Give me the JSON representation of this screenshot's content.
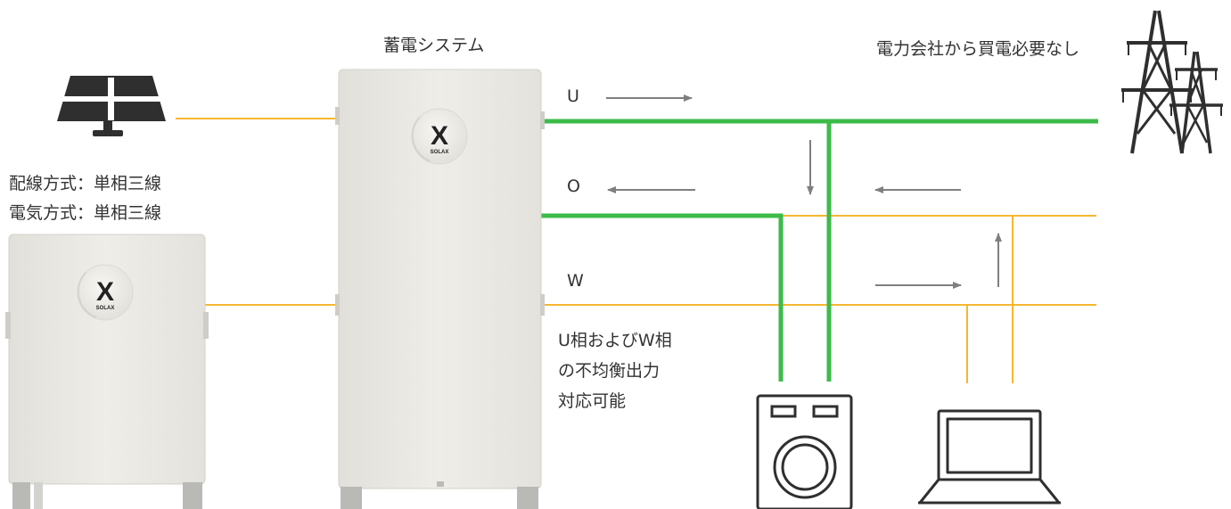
{
  "labels": {
    "system_title": "蓄電システム",
    "grid_title": "電力会社から買電必要なし",
    "wiring_line1": "配線方式：単相三線",
    "wiring_line2": "電気方式：単相三線",
    "phase_u": "U",
    "phase_o": "O",
    "phase_w": "W",
    "note_line1": "U相およびW相",
    "note_line2": "の不均衡出力",
    "note_line3": "対応可能"
  },
  "branding": {
    "logo_mark": "X",
    "logo_text": "SOLAX"
  },
  "colors": {
    "green_line": "#3dbb49",
    "yellow_line": "#f5b731",
    "arrow": "#7f7f7f",
    "cabinet": "#eceae5",
    "icon_dark": "#2f2f2f"
  },
  "icons": [
    "solar-panel-icon",
    "power-tower-icon",
    "washing-machine-icon",
    "laptop-icon"
  ]
}
